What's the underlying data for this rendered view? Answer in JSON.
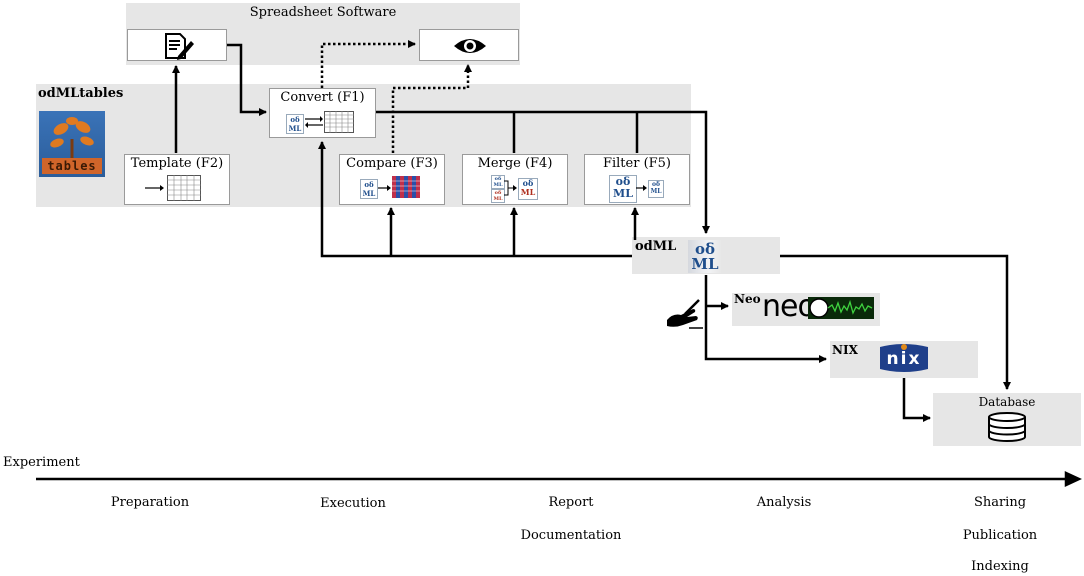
{
  "spreadsheet": {
    "title": "Spreadsheet Software"
  },
  "odmltables": {
    "title": "odMLtables",
    "logo_text": "tables"
  },
  "functions": {
    "convert": "Convert (F1)",
    "template": "Template (F2)",
    "compare": "Compare (F3)",
    "merge": "Merge (F4)",
    "filter": "Filter (F5)"
  },
  "odml_mini": {
    "top": "oδ",
    "bottom": "ML"
  },
  "odml": {
    "title": "odML"
  },
  "neo": {
    "title": "Neo",
    "logo_text": "neo"
  },
  "nix": {
    "title": "NIX",
    "logo_text": "nix"
  },
  "database": {
    "title": "Database"
  },
  "timeline": {
    "title": "Experiment",
    "stages": [
      {
        "lines": [
          "Preparation"
        ]
      },
      {
        "lines": [
          "Execution"
        ]
      },
      {
        "lines": [
          "Report",
          "Documentation"
        ]
      },
      {
        "lines": [
          "Analysis"
        ]
      },
      {
        "lines": [
          "Sharing",
          "Publication",
          "Indexing"
        ]
      }
    ]
  },
  "colors": {
    "panel": "#e6e6e6",
    "odml_blue": "#1f4e8c",
    "nix_blue": "#1f3f8a",
    "neo_green": "#1a7a1a",
    "merge_red": "#b03020"
  },
  "icons": [
    "document-edit-icon",
    "eye-icon",
    "table-icon",
    "database-icon",
    "hand-writing-icon"
  ]
}
